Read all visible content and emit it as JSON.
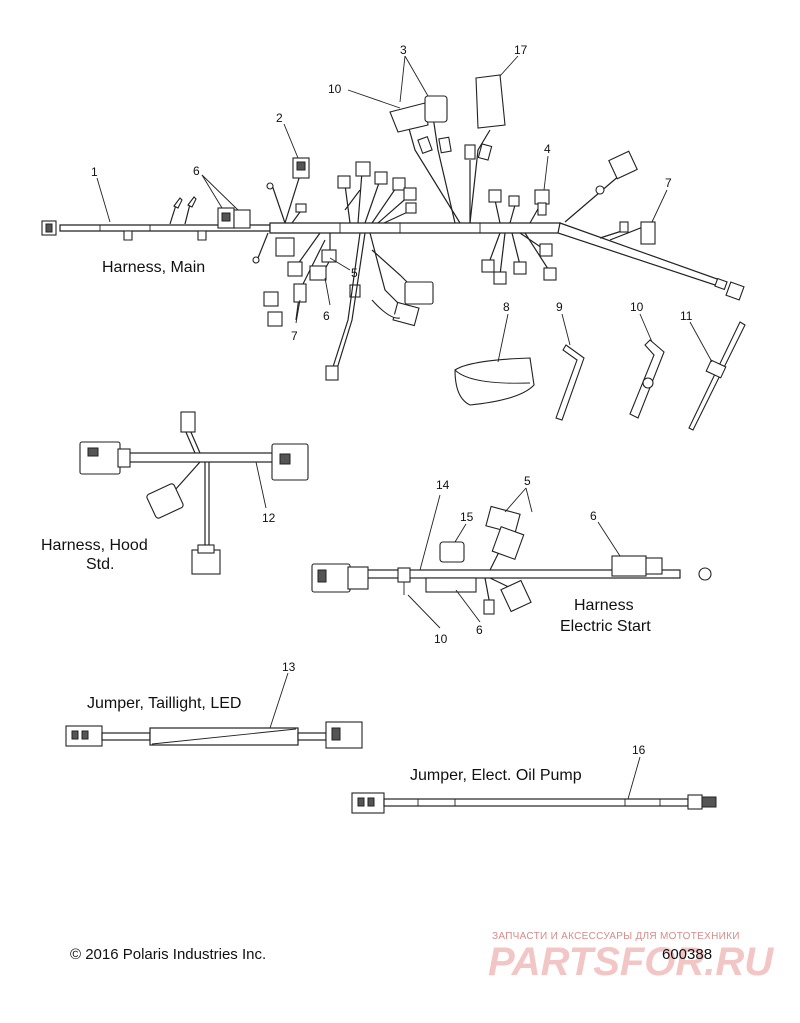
{
  "main_harness": {
    "caption": "Harness, Main",
    "callouts": {
      "c1": "1",
      "c2": "2",
      "c3": "3",
      "c4": "4",
      "c5": "5",
      "c6a": "6",
      "c6b": "6",
      "c7a": "7",
      "c7b": "7",
      "c10": "10",
      "c17": "17"
    }
  },
  "loose_parts": {
    "c8": "8",
    "c9": "9",
    "c10": "10",
    "c11": "11"
  },
  "hood_harness": {
    "caption_line1": "Harness, Hood",
    "caption_line2": "Std.",
    "c12": "12"
  },
  "electric_start": {
    "caption_line1": "Harness",
    "caption_line2": "Electric Start",
    "c14": "14",
    "c15": "15",
    "c5": "5",
    "c6a": "6",
    "c6b": "6",
    "c10": "10"
  },
  "taillight_jumper": {
    "caption": "Jumper, Taillight, LED",
    "c13": "13"
  },
  "oil_pump_jumper": {
    "caption": "Jumper, Elect. Oil Pump",
    "c16": "16"
  },
  "footer": {
    "copyright": "© 2016 Polaris Industries Inc.",
    "watermark_tagline": "ЗАПЧАСТИ И АКСЕССУАРЫ ДЛЯ МОТОТЕХНИКИ",
    "watermark_logo": "PARTSFOR.RU",
    "drawing_number": "600388"
  }
}
